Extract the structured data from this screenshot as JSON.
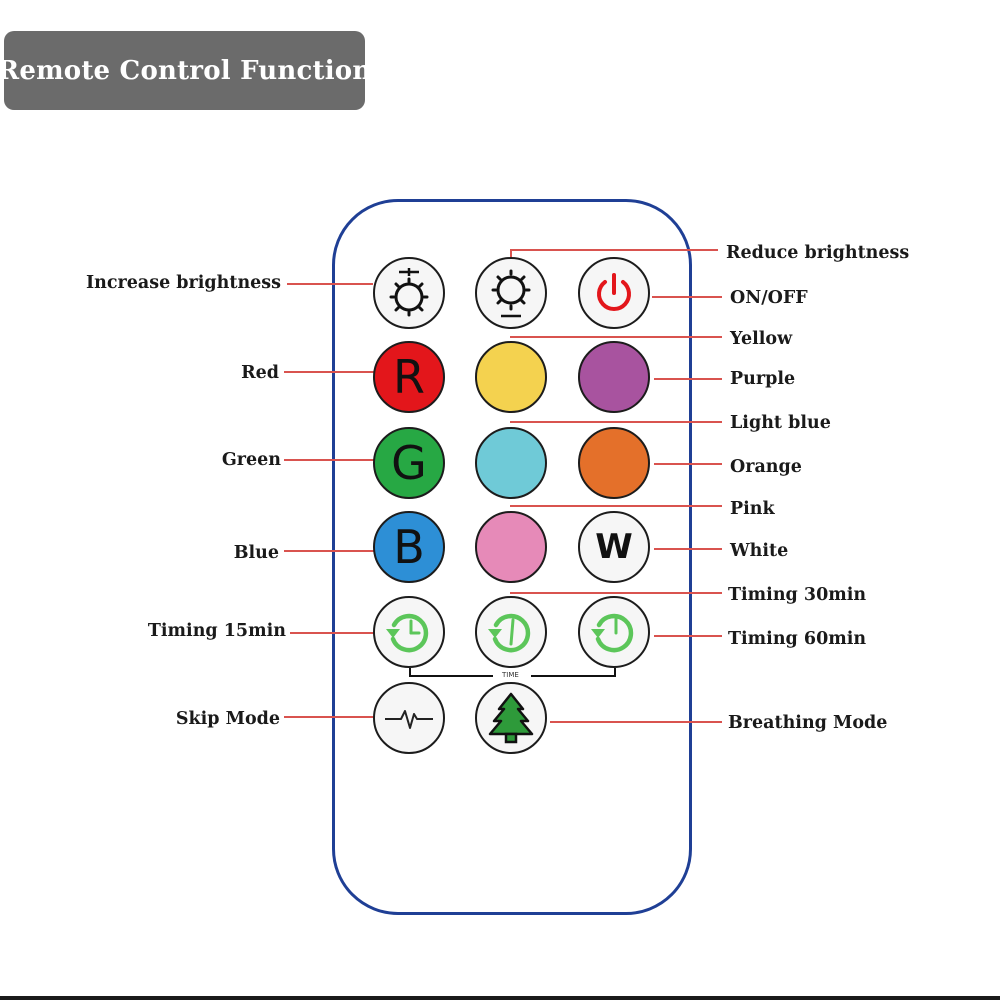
{
  "title": "Remote Control Function",
  "labels": {
    "increase_brightness": "Increase brightness",
    "reduce_brightness": "Reduce brightness",
    "on_off": "ON/OFF",
    "red": "Red",
    "yellow": "Yellow",
    "purple": "Purple",
    "green": "Green",
    "light_blue": "Light blue",
    "orange": "Orange",
    "blue": "Blue",
    "pink": "Pink",
    "white": "White",
    "timing_15": "Timing 15min",
    "timing_30": "Timing 30min",
    "timing_60": "Timing 60min",
    "skip_mode": "Skip Mode",
    "breathing_mode": "Breathing Mode"
  },
  "button_letters": {
    "red": "R",
    "green": "G",
    "blue": "B",
    "white": "W"
  },
  "time_caption": "TIME",
  "colors": {
    "remote_outline": "#1f3f95",
    "leader_line": "#d9534f",
    "title_bg": "#6b6b6b",
    "red": "#e3161b",
    "yellow": "#f4d24f",
    "purple": "#a8539f",
    "green": "#27a844",
    "light_blue": "#6fcad7",
    "orange": "#e4702a",
    "blue": "#2d8fd6",
    "pink": "#e68ab8",
    "white": "#f6f6f6",
    "power_red": "#e3161b",
    "timer_green": "#5cc65a",
    "tree_green": "#2e9a3a"
  },
  "icons": {
    "increase_brightness": "sun-increase-icon",
    "reduce_brightness": "sun-decrease-icon",
    "on_off": "power-icon",
    "timing": "timer-clock-icon",
    "skip_mode": "pulse-wave-icon",
    "breathing_mode": "tree-icon"
  }
}
